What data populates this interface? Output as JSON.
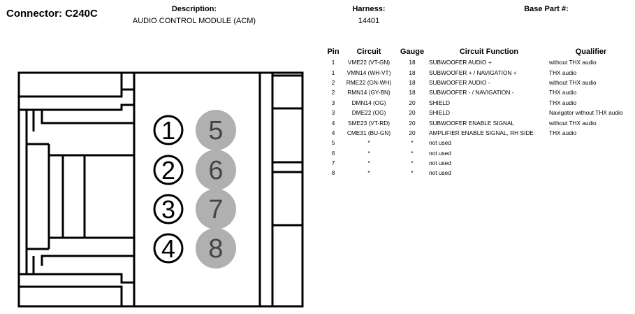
{
  "header": {
    "connector": "Connector: C240C",
    "description_label": "Description:",
    "description_value": "AUDIO CONTROL MODULE (ACM)",
    "harness_label": "Harness:",
    "harness_value": "14401",
    "base_part_label": "Base Part #:",
    "base_part_value": ""
  },
  "table": {
    "headers": {
      "pin": "Pin",
      "circuit": "Circuit",
      "gauge": "Gauge",
      "function": "Circuit Function",
      "qualifier": "Qualifier"
    },
    "rows": [
      {
        "pin": "1",
        "circuit": "VME22 (VT-GN)",
        "gauge": "18",
        "function": "SUBWOOFER AUDIO +",
        "qualifier": "without THX audio"
      },
      {
        "pin": "1",
        "circuit": "VMN14 (WH-VT)",
        "gauge": "18",
        "function": "SUBWOOFER + / NAVIGATION +",
        "qualifier": "THX audio"
      },
      {
        "pin": "2",
        "circuit": "RME22 (GN-WH)",
        "gauge": "18",
        "function": "SUBWOOFER AUDIO -",
        "qualifier": "without THX audio"
      },
      {
        "pin": "2",
        "circuit": "RMN14 (GY-BN)",
        "gauge": "18",
        "function": "SUBWOOFER - / NAVIGATION -",
        "qualifier": "THX audio"
      },
      {
        "pin": "3",
        "circuit": "DMN14 (OG)",
        "gauge": "20",
        "function": "SHIELD",
        "qualifier": "THX audio"
      },
      {
        "pin": "3",
        "circuit": "DME22 (OG)",
        "gauge": "20",
        "function": "SHIELD",
        "qualifier": "Navigator without THX audio"
      },
      {
        "pin": "4",
        "circuit": "SME23 (VT-RD)",
        "gauge": "20",
        "function": "SUBWOOFER ENABLE SIGNAL",
        "qualifier": "without THX audio"
      },
      {
        "pin": "4",
        "circuit": "CME31 (BU-GN)",
        "gauge": "20",
        "function": "AMPLIFIER ENABLE SIGNAL, RH SIDE",
        "qualifier": "THX audio"
      },
      {
        "pin": "5",
        "circuit": "*",
        "gauge": "*",
        "function": "not used",
        "qualifier": ""
      },
      {
        "pin": "6",
        "circuit": "*",
        "gauge": "*",
        "function": "not used",
        "qualifier": ""
      },
      {
        "pin": "7",
        "circuit": "*",
        "gauge": "*",
        "function": "not used",
        "qualifier": ""
      },
      {
        "pin": "8",
        "circuit": "*",
        "gauge": "*",
        "function": "not used",
        "qualifier": ""
      }
    ]
  },
  "connector": {
    "active_pins": [
      "1",
      "2",
      "3",
      "4"
    ],
    "unused_pins": [
      "5",
      "6",
      "7",
      "8"
    ],
    "unused_pin_fill": "#b0b0b0",
    "unused_pin_text": "#444444",
    "line_color": "#000000"
  }
}
